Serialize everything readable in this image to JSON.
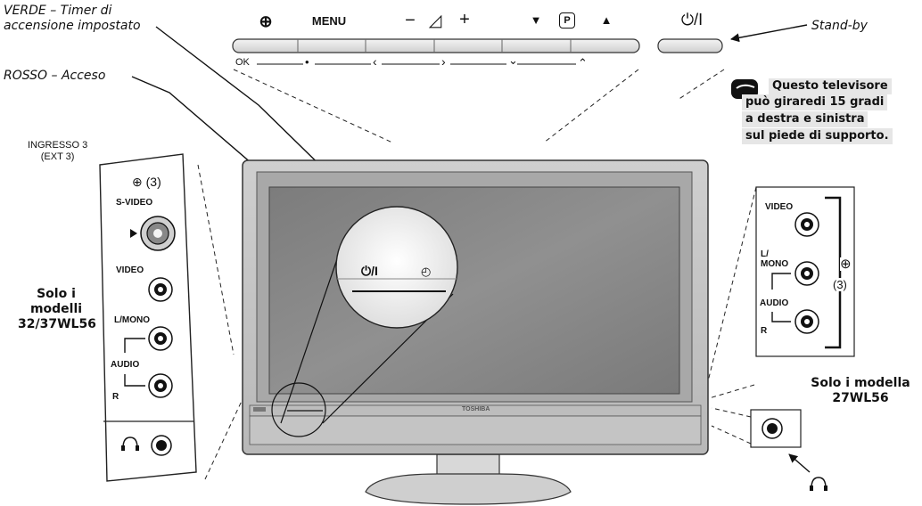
{
  "callouts": {
    "verde_line1": "VERDE – Timer di",
    "verde_line2": "accensione impostato",
    "rosso": "ROSSO – Acceso",
    "standby": "Stand-by"
  },
  "control_bar": {
    "input_symbol": "⊕",
    "menu": "MENU",
    "minus": "−",
    "volume_symbol": "◿",
    "plus": "+",
    "down": "▼",
    "program": "P",
    "up": "▲",
    "power": "⏻/I",
    "func_ok": "OK",
    "func_dot": "•",
    "func_left": "‹",
    "func_right": "›",
    "func_down": "⌄",
    "func_up": "⌃"
  },
  "note": {
    "line1": "Questo televisore",
    "line2": "può giraredi 15 gradi",
    "line3": "a destra e sinistra",
    "line4": "sul piede di supporto."
  },
  "left_panel": {
    "input_line1": "INGRESSO 3",
    "input_line2": "(EXT 3)",
    "input_label": "⊕ (3)",
    "svideo": "S-VIDEO",
    "video": "VIDEO",
    "lmono": "L/MONO",
    "audio": "AUDIO",
    "r": "R",
    "models_line1": "Solo i",
    "models_line2": "modelli",
    "models_line3": "32/37WL56"
  },
  "zoom": {
    "power": "⏻/I",
    "timer": "◴"
  },
  "right_panel": {
    "video": "VIDEO",
    "lmono_line1": "L/",
    "lmono_line2": "MONO",
    "audio": "AUDIO",
    "r": "R",
    "input_symbol": "⊕",
    "input_num": "(3)",
    "models_line1": "Solo i modella",
    "models_line2": "27WL56"
  },
  "tv": {
    "brand": "TOSHIBA"
  }
}
